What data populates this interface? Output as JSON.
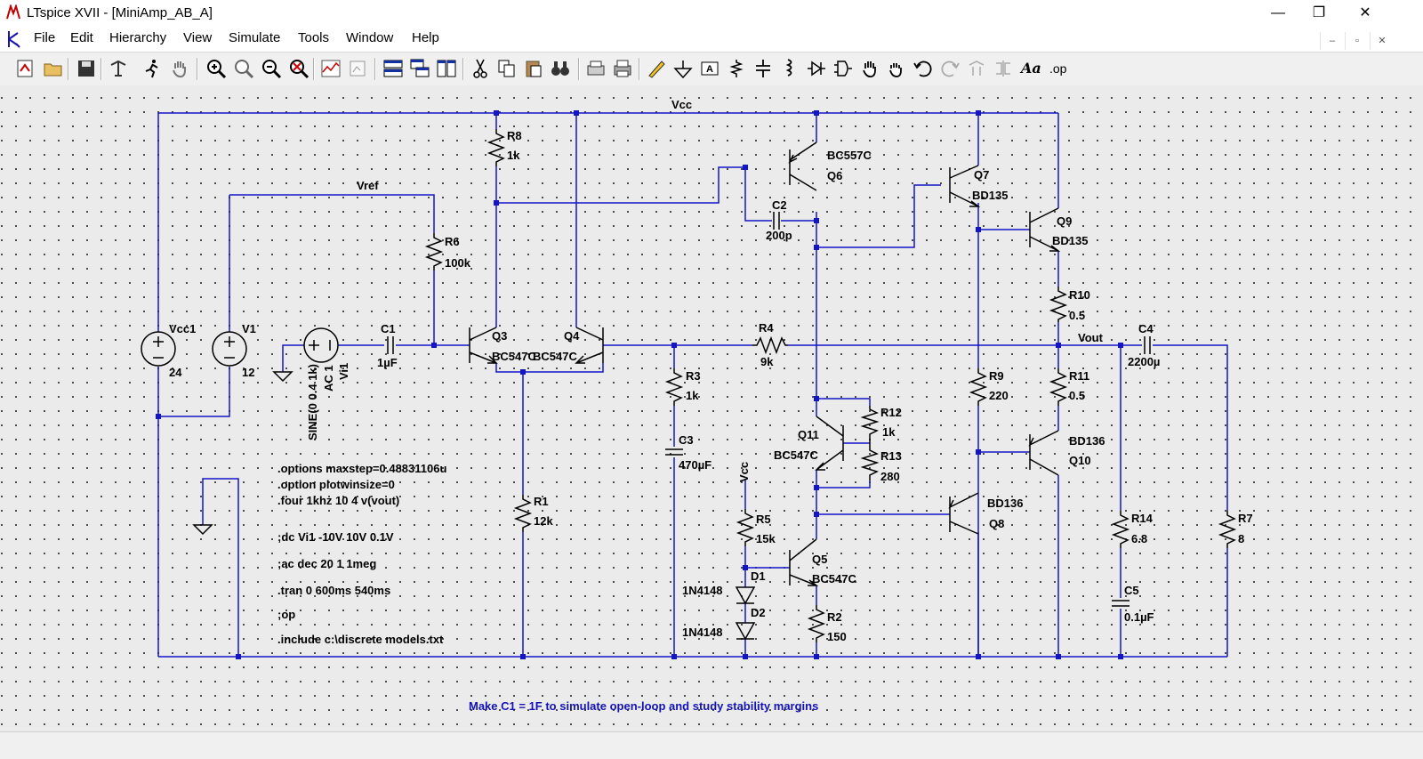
{
  "window": {
    "title": "LTspice XVII - [MiniAmp_AB_A]",
    "minimize": "—",
    "maximize": "❐",
    "close": "✕"
  },
  "menu": [
    "File",
    "Edit",
    "Hierarchy",
    "View",
    "Simulate",
    "Tools",
    "Window",
    "Help"
  ],
  "mdi_buttons": [
    "–",
    "▫",
    "✕"
  ],
  "toolbar_icons": [
    "new-schematic-icon",
    "open-icon",
    "save-icon",
    "control-panel-icon",
    "run-icon",
    "halt-icon",
    "zoom-in-icon",
    "pan-icon",
    "zoom-out-icon",
    "zoom-fit-icon",
    "autorange-icon",
    "plot-settings-icon",
    "tile-horizontal-icon",
    "cascade-icon",
    "tile-vertical-icon",
    "cut-icon",
    "copy-icon",
    "paste-icon",
    "find-icon",
    "print-preview-icon",
    "print-icon",
    "draw-wire-icon",
    "ground-icon",
    "net-label-icon",
    "resistor-icon",
    "capacitor-icon",
    "inductor-icon",
    "diode-icon",
    "component-icon",
    "move-icon",
    "drag-icon",
    "undo-icon",
    "redo-icon",
    "rotate-icon",
    "mirror-icon",
    "text-icon",
    "spice-directive-icon"
  ],
  "toolbar_text": {
    "text": "Aa",
    "directive": ".op"
  },
  "nets": {
    "vcc": "Vcc",
    "vref": "Vref",
    "vout": "Vout",
    "vcc_small": "Vcc"
  },
  "components": {
    "vcc1": {
      "name": "Vcc1",
      "value": "24"
    },
    "v1": {
      "name": "V1",
      "value": "12"
    },
    "vi1": {
      "name": "Vi1",
      "ac": "AC 1",
      "sine": "SINE(0 0.4 1k)"
    },
    "c1": {
      "name": "C1",
      "value": "1µF"
    },
    "r6": {
      "name": "R6",
      "value": "100k"
    },
    "r8": {
      "name": "R8",
      "value": "1k"
    },
    "q3": {
      "name": "Q3",
      "model": "BC547C"
    },
    "q4": {
      "name": "Q4",
      "model": "BC547C"
    },
    "r1": {
      "name": "R1",
      "value": "12k"
    },
    "r3": {
      "name": "R3",
      "value": "1k"
    },
    "c3": {
      "name": "C3",
      "value": "470µF"
    },
    "r4": {
      "name": "R4",
      "value": "9k"
    },
    "q6": {
      "name": "Q6",
      "model": "BC557C"
    },
    "c2": {
      "name": "C2",
      "value": "200p"
    },
    "q7": {
      "name": "Q7",
      "model": "BD135"
    },
    "q9": {
      "name": "Q9",
      "model": "BD135"
    },
    "r10": {
      "name": "R10",
      "value": "0.5"
    },
    "c4": {
      "name": "C4",
      "value": "2200µ"
    },
    "r11": {
      "name": "R11",
      "value": "0.5"
    },
    "r9": {
      "name": "R9",
      "value": "220"
    },
    "q10": {
      "name": "Q10",
      "model": "BD136"
    },
    "q11": {
      "name": "Q11",
      "model": "BC547C"
    },
    "r12": {
      "name": "R12",
      "value": "1k"
    },
    "r13": {
      "name": "R13",
      "value": "280"
    },
    "q8": {
      "name": "Q8",
      "model": "BD136"
    },
    "r5": {
      "name": "R5",
      "value": "15k"
    },
    "q5": {
      "name": "Q5",
      "model": "BC547C"
    },
    "d1": {
      "name": "D1",
      "model": "1N4148"
    },
    "d2": {
      "name": "D2",
      "model": "1N4148"
    },
    "r2": {
      "name": "R2",
      "value": "150"
    },
    "r14": {
      "name": "R14",
      "value": "6.8"
    },
    "c5": {
      "name": "C5",
      "value": "0.1µF"
    },
    "r7": {
      "name": "R7",
      "value": "8"
    }
  },
  "directives": [
    ".options maxstep=0.48831106u",
    ".option plotwinsize=0",
    ".four 1khz 10 4 v(vout)",
    ";dc Vi1 -10V 10V 0.1V",
    ";ac dec 20 1 1meg",
    ".tran 0 600ms 540ms",
    ";op",
    ".include c:\\discrete models.txt"
  ],
  "comment": "Make C1 = 1F to simulate open-loop and study stability margins",
  "colors": {
    "wire": "#1414c8",
    "canvas": "#ebebeb",
    "comment": "#1414b4"
  }
}
